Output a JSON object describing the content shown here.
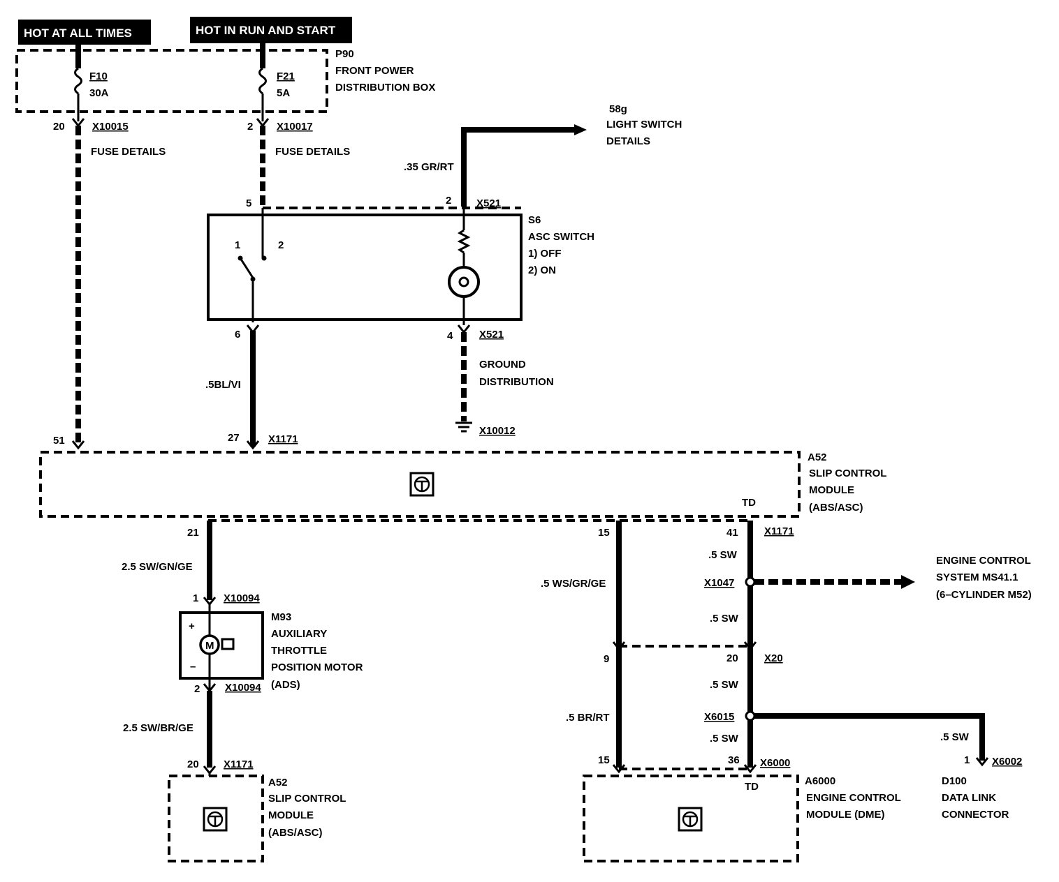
{
  "banners": {
    "hot_all_times": "HOT AT ALL TIMES",
    "hot_run_start": "HOT IN RUN AND START"
  },
  "p90": {
    "id": "P90",
    "name_line1": "FRONT POWER",
    "name_line2": "DISTRIBUTION BOX",
    "fuse1_id": "F10",
    "fuse1_rating": "30A",
    "fuse2_id": "F21",
    "fuse2_rating": "5A"
  },
  "connectors": {
    "x10015_pin": "20",
    "x10015": "X10015",
    "x10017_pin": "2",
    "x10017": "X10017",
    "fuse_details": "FUSE DETAILS",
    "x521_pin_top_left": "5",
    "x521_pin_top_right": "2",
    "x521": "X521",
    "x521_pin_bottom_left": "6",
    "x521_pin_bottom_right": "4",
    "x10012": "X10012",
    "x1171_pin_51": "51",
    "x1171_pin_27": "27",
    "x1171": "X1171",
    "x1171_pin_21": "21",
    "x1171_pin_15": "15",
    "x1171_pin_41": "41",
    "x10094_pin_1": "1",
    "x10094": "X10094",
    "x10094_pin_2": "2",
    "x1171_pin_20": "20",
    "x1047": "X1047",
    "x20_pin_9": "9",
    "x20_pin_20": "20",
    "x20": "X20",
    "x6015": "X6015",
    "x6000_pin_15": "15",
    "x6000_pin_36": "36",
    "x6000": "X6000",
    "x6002_pin": "1",
    "x6002": "X6002"
  },
  "light_switch": {
    "id": "58g",
    "line1": "LIGHT SWITCH",
    "line2": "DETAILS"
  },
  "s6": {
    "id": "S6",
    "name": "ASC SWITCH",
    "opt1": "1)   OFF",
    "opt2": "2)   ON",
    "contact1": "1",
    "contact2": "2"
  },
  "ground": {
    "line1": "GROUND",
    "line2": "DISTRIBUTION"
  },
  "wires": {
    "gr_rt": ".35 GR/RT",
    "bl_vi": ".5BL/VI",
    "sw_gn_ge": "2.5 SW/GN/GE",
    "sw_br_ge": "2.5 SW/BR/GE",
    "ws_gr_ge": ".5 WS/GR/GE",
    "sw_1": ".5 SW",
    "sw_2": ".5 SW",
    "sw_3": ".5 SW",
    "sw_4": ".5 SW",
    "sw_5": ".5 SW",
    "br_rt": ".5 BR/RT"
  },
  "a52_top": {
    "id": "A52",
    "line1": "SLIP CONTROL",
    "line2": "MODULE",
    "line3": "(ABS/ASC)",
    "td": "TD"
  },
  "engine_sys": {
    "line1": "ENGINE CONTROL",
    "line2": "SYSTEM MS41.1",
    "line3": "(6–CYLINDER M52)"
  },
  "m93": {
    "id": "M93",
    "line1": "AUXILIARY",
    "line2": "THROTTLE",
    "line3": "POSITION MOTOR",
    "line4": "(ADS)",
    "plus": "+",
    "minus": "–",
    "motor_letter": "M"
  },
  "a52_bottom": {
    "id": "A52",
    "line1": "SLIP CONTROL",
    "line2": "MODULE",
    "line3": "(ABS/ASC)"
  },
  "a6000": {
    "id": "A6000",
    "line1": "ENGINE CONTROL",
    "line2": "MODULE (DME)",
    "td": "TD"
  },
  "d100": {
    "id": "D100",
    "line1": "DATA LINK",
    "line2": "CONNECTOR"
  }
}
